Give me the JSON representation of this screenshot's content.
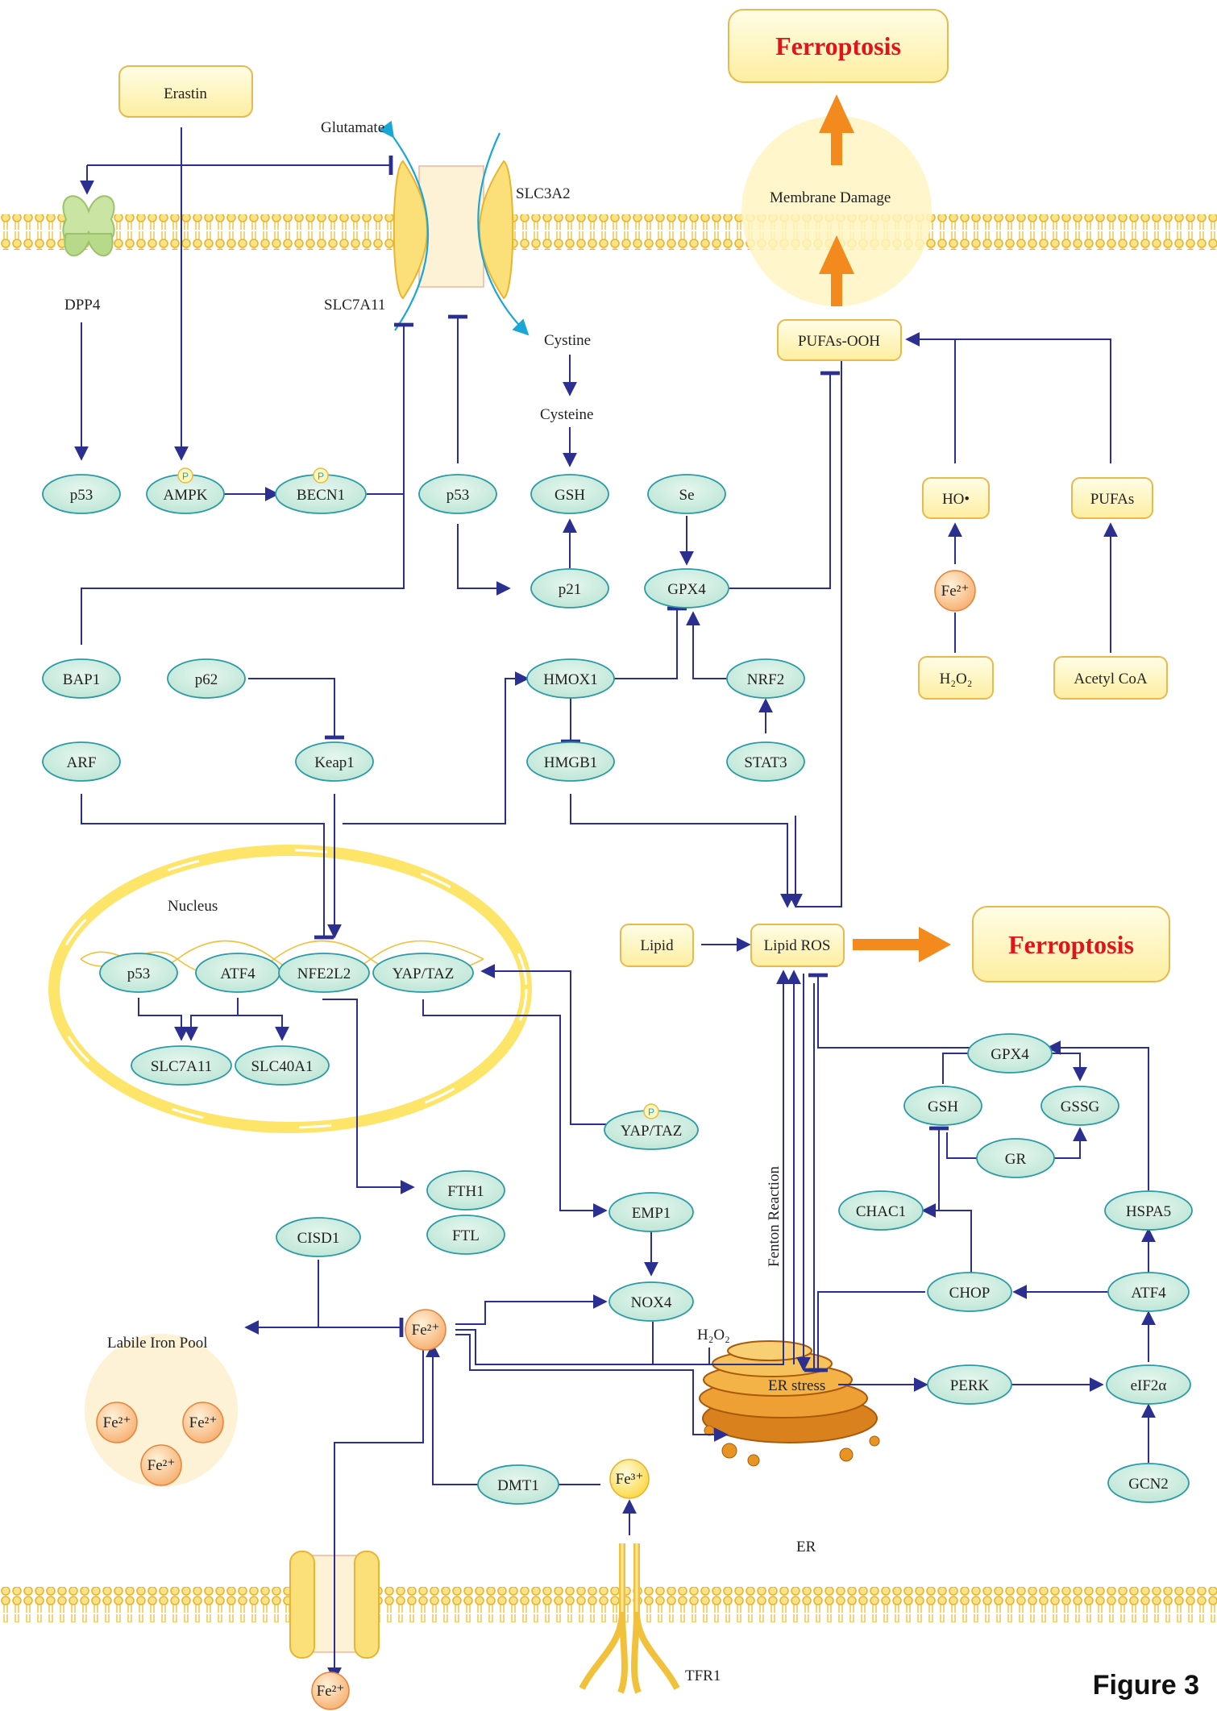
{
  "figure_label": "Figure 3",
  "colors": {
    "arrow": "#2b2f8f",
    "node_fill": "#cfeee2",
    "node_stroke": "#2a9aa8",
    "box_fill": "#fff8c4",
    "box_stroke": "#e8b94e",
    "title": "#e0141a",
    "thick_arrow": "#f28a1e",
    "membrane": "#f7c948",
    "nucleus": "#ffe566"
  },
  "titles": {
    "ferroptosis_top": "Ferroptosis",
    "ferroptosis_mid": "Ferroptosis"
  },
  "boxes": {
    "erastin": "Erastin",
    "pufas_ooh": "PUFAs-OOH",
    "ho_radical": "HO•",
    "pufas": "PUFAs",
    "h2o2_box": "H₂O₂",
    "acetyl_coa": "Acetyl CoA",
    "lipid": "Lipid",
    "lipid_ros": "Lipid ROS"
  },
  "nodes": {
    "p53_a": "p53",
    "ampk": "AMPK",
    "becn1": "BECN1",
    "p53_b": "p53",
    "gsh_top": "GSH",
    "se": "Se",
    "p21": "p21",
    "gpx4_top": "GPX4",
    "bap1": "BAP1",
    "p62": "p62",
    "hmox1": "HMOX1",
    "nrf2": "NRF2",
    "arf": "ARF",
    "keap1": "Keap1",
    "hmgb1": "HMGB1",
    "stat3": "STAT3",
    "p53_n": "p53",
    "atf4_n": "ATF4",
    "nfe2l2": "NFE2L2",
    "yaptaz_n": "YAP/TAZ",
    "slc7a11_n": "SLC7A11",
    "slc40a1": "SLC40A1",
    "yaptaz_p": "YAP/TAZ",
    "fth1": "FTH1",
    "ftl": "FTL",
    "cisd1": "CISD1",
    "emp1": "EMP1",
    "nox4": "NOX4",
    "dmt1": "DMT1",
    "gpx4_r": "GPX4",
    "gsh_r": "GSH",
    "gssg": "GSSG",
    "gr": "GR",
    "chac1": "CHAC1",
    "hspa5": "HSPA5",
    "chop": "CHOP",
    "atf4_r": "ATF4",
    "perk": "PERK",
    "eif2a": "eIF2α",
    "gcn2": "GCN2"
  },
  "labels": {
    "glutamate": "Glutamate",
    "slc3a2": "SLC3A2",
    "slc7a11_tr": "SLC7A11",
    "dpp4": "DPP4",
    "cystine": "Cystine",
    "cysteine": "Cysteine",
    "membrane_damage": "Membrane Damage",
    "nucleus": "Nucleus",
    "labile_iron_pool": "Labile Iron Pool",
    "h2o2_line": "H₂O₂",
    "fenton": "Fenton Reaction",
    "er_stress": "ER stress",
    "er": "ER",
    "tfr1": "TFR1"
  },
  "ions": {
    "fe2_hydroxyl": "Fe²⁺",
    "fe2_center": "Fe²⁺",
    "fe2_pool_1": "Fe²⁺",
    "fe2_pool_2": "Fe²⁺",
    "fe2_pool_3": "Fe²⁺",
    "fe3": "Fe³⁺",
    "fe2_bottom": "Fe²⁺"
  },
  "phospho_mark": "P",
  "icons": [
    "membrane-bilayer-icon",
    "dpp4-transporter-icon",
    "slc7a11-transporter-icon",
    "fpn-channel-icon",
    "tfr1-receptor-icon",
    "er-organelle-icon",
    "nucleus-membrane-icon"
  ]
}
